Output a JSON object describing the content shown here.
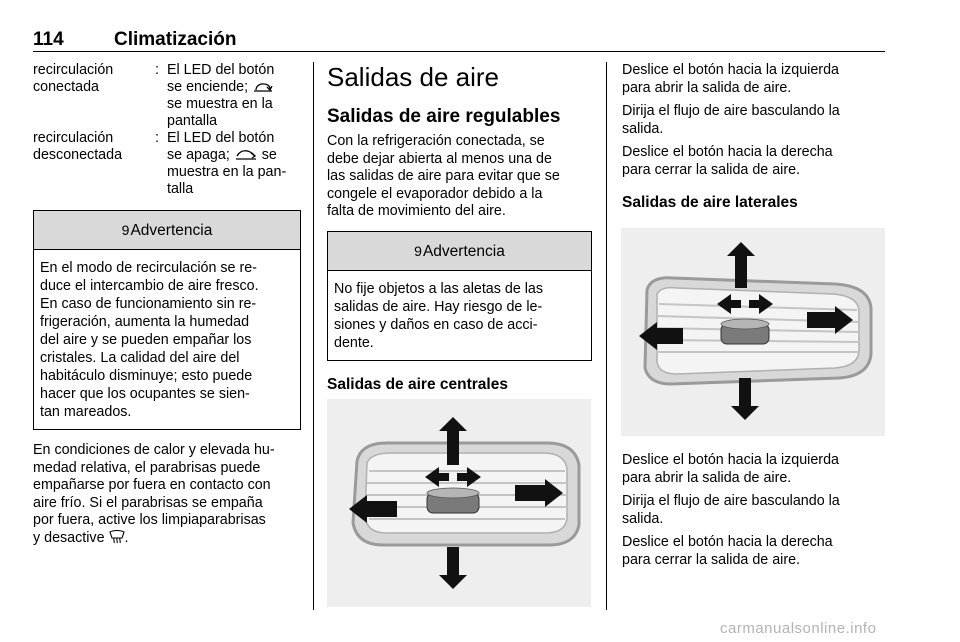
{
  "header": {
    "page_number": "114",
    "title": "Climatización"
  },
  "col1": {
    "rows": [
      {
        "term_l1": "recirculación",
        "term_l2": "conectada",
        "colon": ":",
        "desc_a": "El LED del botón",
        "desc_b1": "se enciende;",
        "desc_c": "se muestra en la",
        "desc_d": "pantalla",
        "icon": "recirculation-icon"
      },
      {
        "term_l1": "recirculación",
        "term_l2": "desconectada",
        "colon": ":",
        "desc_a": "El LED del botón",
        "desc_b1": "se apaga;",
        "desc_b2": "se",
        "desc_c": "muestra en la pan-",
        "desc_d": "talla",
        "icon": "fresh-air-icon"
      }
    ],
    "warning": {
      "symbol": "9",
      "heading": "Advertencia",
      "lines": [
        "En el modo de recirculación se re-",
        "duce el intercambio de aire fresco.",
        "En caso de funcionamiento sin re-",
        "frigeración, aumenta la humedad",
        "del aire y se pueden empañar los",
        "cristales. La calidad del aire del",
        "habitáculo disminuye; esto puede",
        "hacer que los ocupantes se sien-",
        "tan mareados."
      ]
    },
    "para_lines": [
      "En condiciones de calor y elevada hu-",
      "medad relativa, el parabrisas puede",
      "empañarse por fuera en contacto con",
      "aire frío. Si el parabrisas se empaña",
      "por fuera, active los limpiaparabrisas"
    ],
    "para_last": "y desactive",
    "para_end": ".",
    "para_icon": "windscreen-defrost-icon"
  },
  "col2": {
    "h1": "Salidas de aire",
    "h2": "Salidas de aire regulables",
    "intro_lines": [
      "Con la refrigeración conectada, se",
      "debe dejar abierta al menos una de",
      "las salidas de aire para evitar que se",
      "congele el evaporador debido a la",
      "falta de movimiento del aire."
    ],
    "warning": {
      "symbol": "9",
      "heading": "Advertencia",
      "lines": [
        "No fije objetos a las aletas de las",
        "salidas de aire. Hay riesgo de le-",
        "siones y daños en caso de acci-",
        "dente."
      ]
    },
    "h3": "Salidas de aire centrales"
  },
  "col3": {
    "top_paras": [
      [
        "Deslice el botón hacia la izquierda",
        "para abrir la salida de aire."
      ],
      [
        "Dirija el flujo de aire basculando la",
        "salida."
      ],
      [
        "Deslice el botón hacia la derecha",
        "para cerrar la salida de aire."
      ]
    ],
    "h3": "Salidas de aire laterales",
    "bottom_paras": [
      [
        "Deslice el botón hacia la izquierda",
        "para abrir la salida de aire."
      ],
      [
        "Dirija el flujo de aire basculando la",
        "salida."
      ],
      [
        "Deslice el botón hacia la derecha",
        "para cerrar la salida de aire."
      ]
    ]
  },
  "figures": {
    "central": {
      "icon": "air-vent-illustration",
      "bg": "#eeeeee"
    },
    "lateral": {
      "icon": "air-vent-illustration",
      "bg": "#eeeeee"
    }
  },
  "watermark": "carmanualsonline.info"
}
